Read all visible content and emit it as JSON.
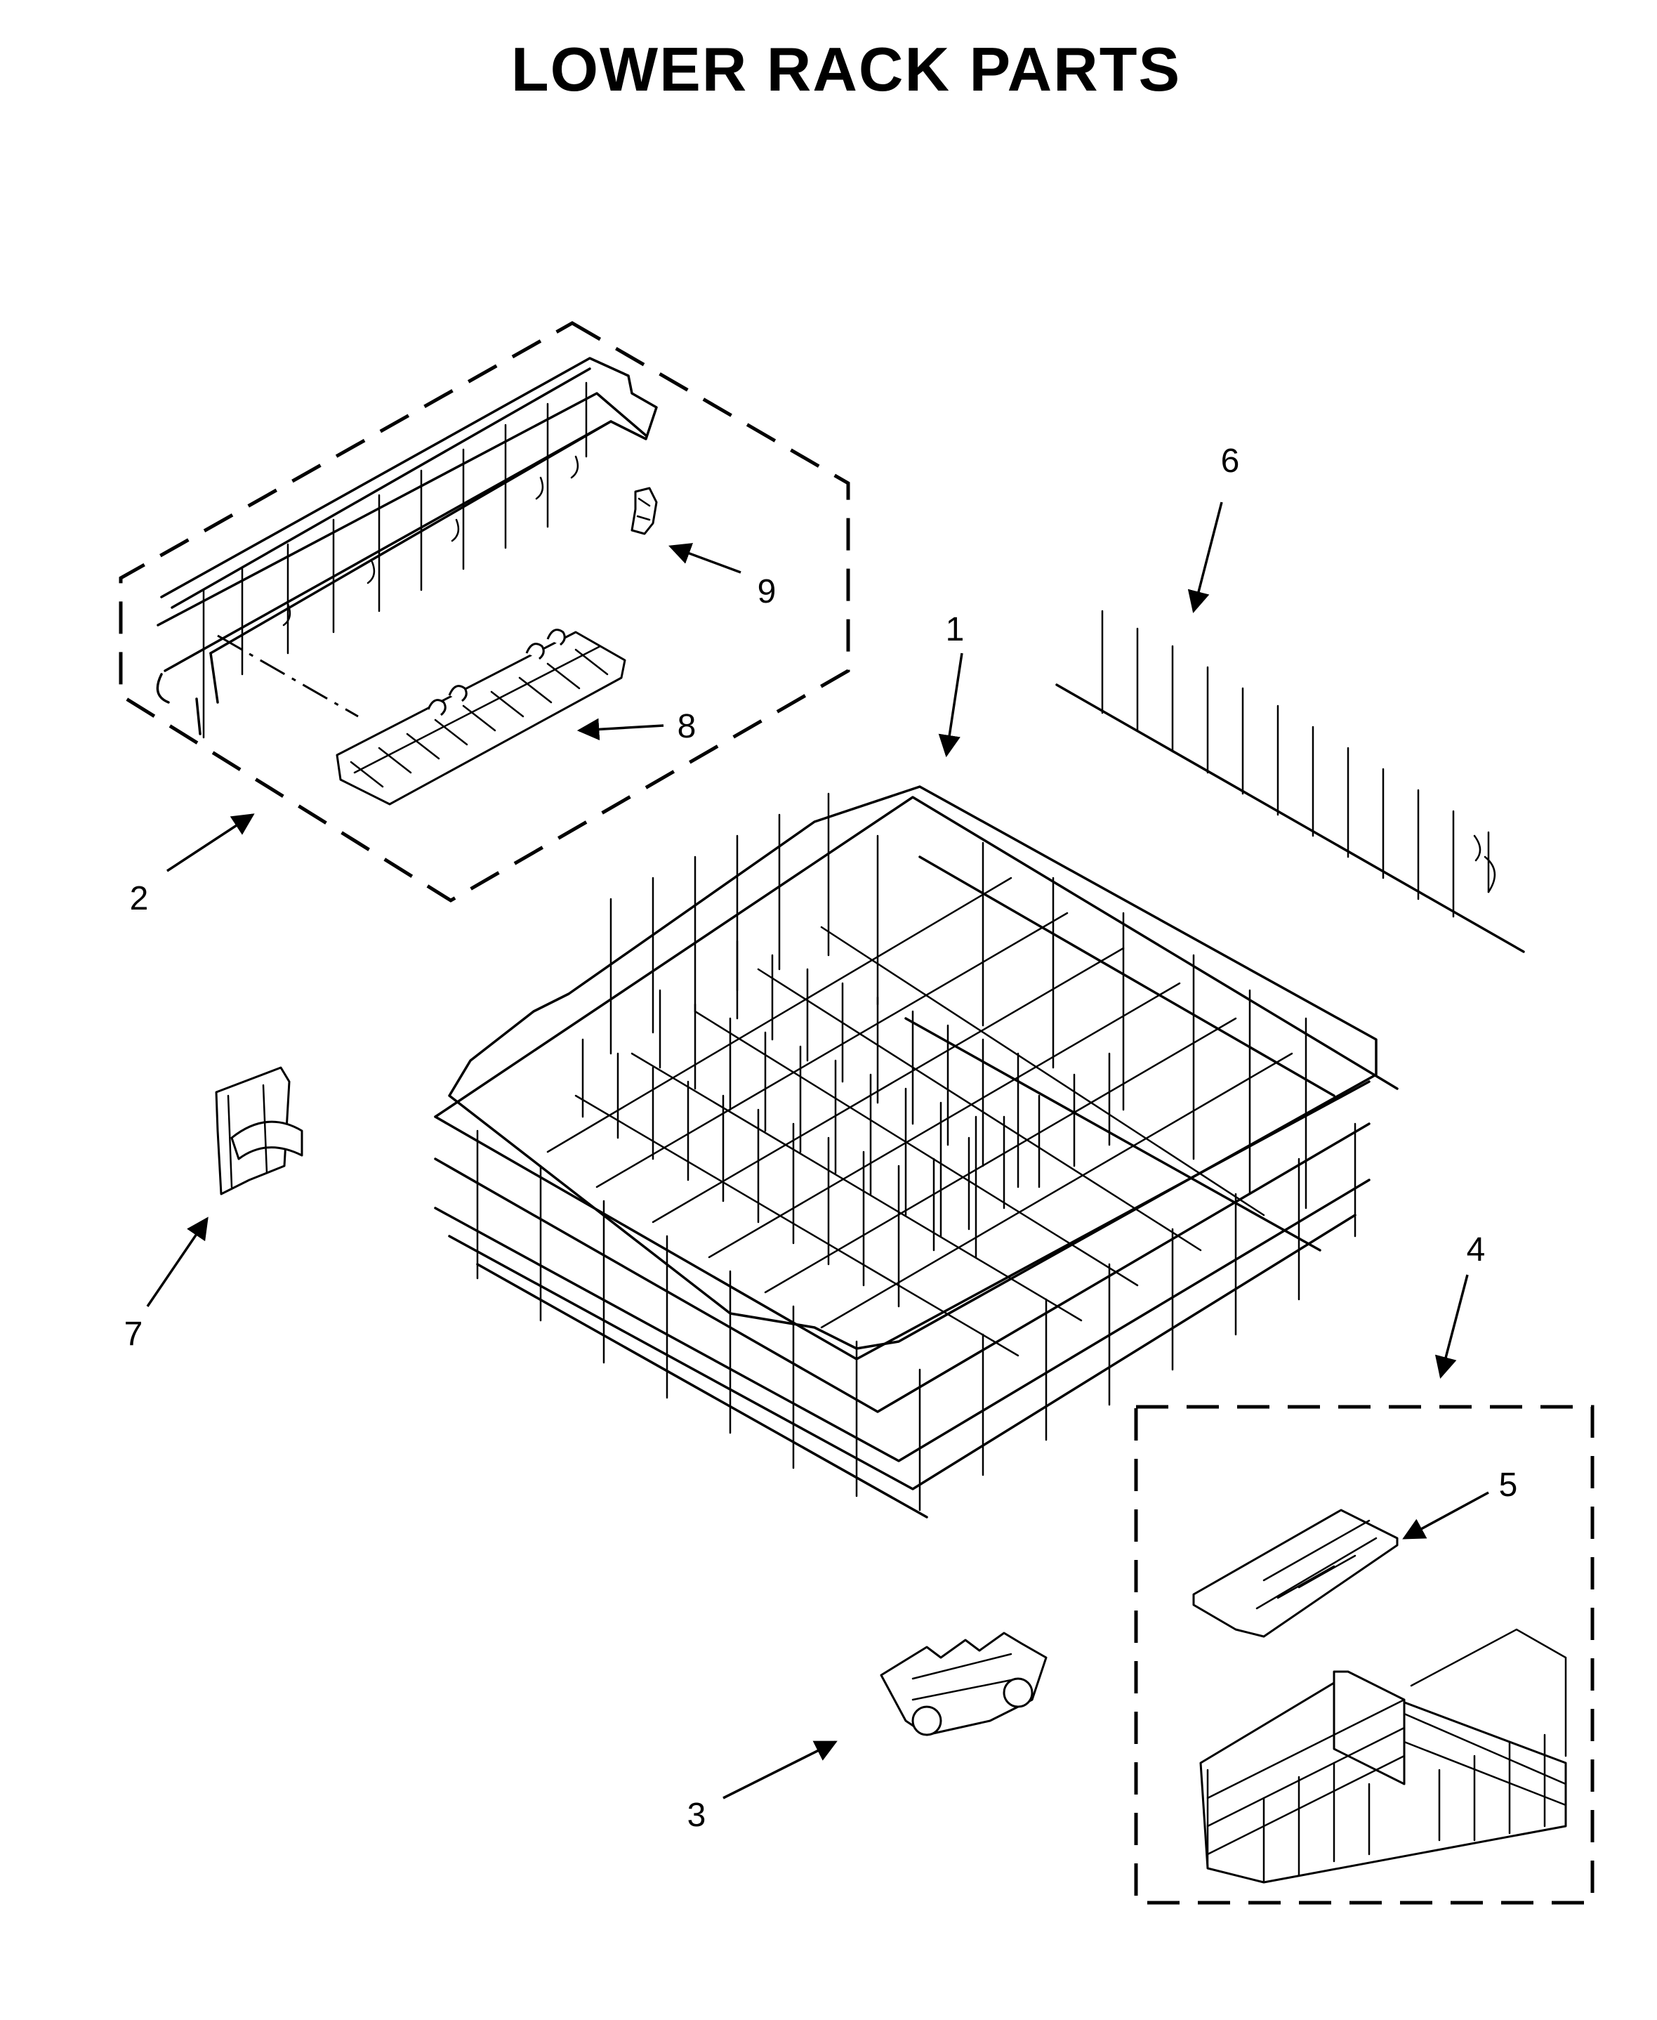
{
  "title": "LOWER RACK PARTS",
  "callouts": [
    {
      "id": "1",
      "label": "1"
    },
    {
      "id": "2",
      "label": "2"
    },
    {
      "id": "3",
      "label": "3"
    },
    {
      "id": "4",
      "label": "4"
    },
    {
      "id": "5",
      "label": "5"
    },
    {
      "id": "6",
      "label": "6"
    },
    {
      "id": "7",
      "label": "7"
    },
    {
      "id": "8",
      "label": "8"
    },
    {
      "id": "9",
      "label": "9"
    }
  ]
}
